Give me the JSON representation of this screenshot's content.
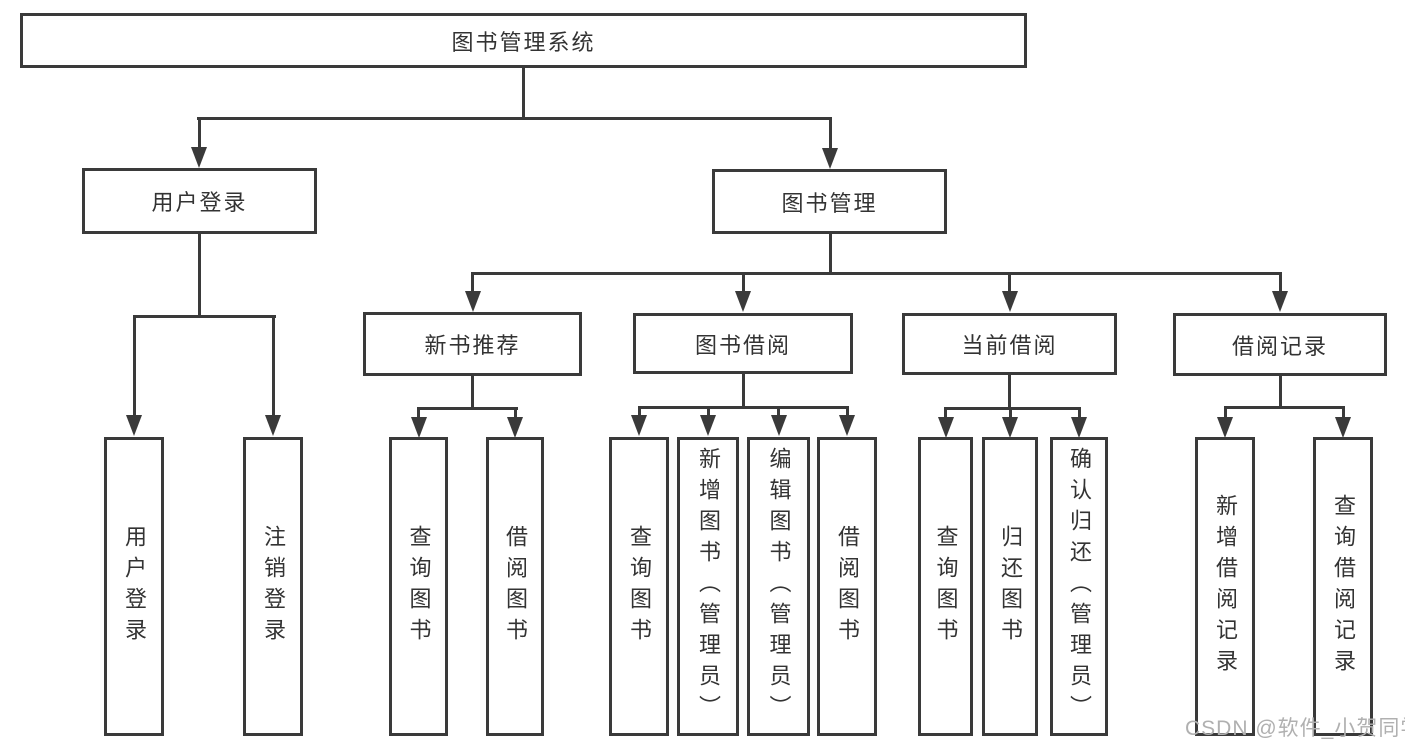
{
  "diagram_title": "图书管理系统",
  "nodes": {
    "root": {
      "label": "图书管理系统"
    },
    "user_login": {
      "label": "用户登录",
      "children": [
        {
          "label": "用户登录"
        },
        {
          "label": "注销登录"
        }
      ]
    },
    "book_mgmt": {
      "label": "图书管理"
    },
    "new_book": {
      "label": "新书推荐",
      "children": [
        {
          "label": "查询图书"
        },
        {
          "label": "借阅图书"
        }
      ]
    },
    "book_borrow": {
      "label": "图书借阅",
      "children": [
        {
          "label": "查询图书"
        },
        {
          "label": "新增图书（管理员）"
        },
        {
          "label": "编辑图书（管理员）"
        },
        {
          "label": "借阅图书"
        }
      ]
    },
    "current_borrow": {
      "label": "当前借阅",
      "children": [
        {
          "label": "查询图书"
        },
        {
          "label": "归还图书"
        },
        {
          "label": "确认归还（管理员）"
        }
      ]
    },
    "borrow_record": {
      "label": "借阅记录",
      "children": [
        {
          "label": "新增借阅记录"
        },
        {
          "label": "查询借阅记录"
        }
      ]
    }
  },
  "watermark": {
    "text": "CSDN @软件_小贺同学"
  },
  "colors": {
    "line": "#3a3a3a",
    "text": "#333333",
    "watermark": "#b0b0b0",
    "background": "#ffffff"
  }
}
